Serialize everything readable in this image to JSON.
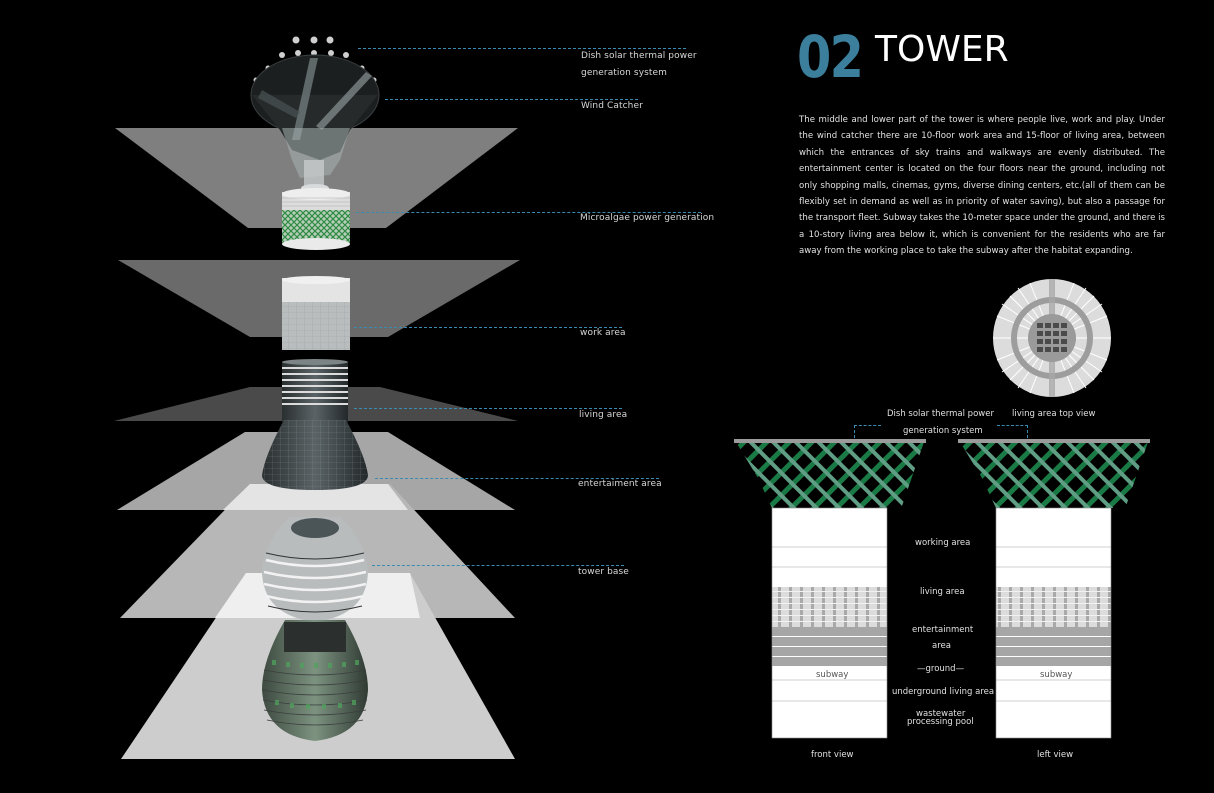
{
  "header": {
    "number": "02",
    "title": "TOWER",
    "number_color": "#3c7f9c"
  },
  "description": "The middle and lower part of the tower is where people live, work and play. Under the wind catcher there are 10-floor work area and 15-floor of living area, between which the entrances of sky trains and walkways are  evenly distributed. The entertainment center is located on the four floors near the ground, including not only shopping malls, cinemas, gyms, diverse dining centers, etc.(all of them can be flexibly set in demand as well as in priority of water saving), but also a passage for the transport fleet. Subway takes the 10-meter space under the ground, and there is a 10-story living area below it, which is convenient for the residents who are far away from the working place to take the subway after the habitat expanding.",
  "exploded_view": {
    "labels": {
      "dish_line1": "Dish solar thermal power",
      "dish_line2": "generation system",
      "wind_catcher": "Wind Catcher",
      "microalgae": "Microalgae power generation",
      "work_area": "work area",
      "living_area": "living area",
      "entertainment_area": "entertaiment area",
      "tower_base": "tower base"
    },
    "leader_color": "#3a8bb0"
  },
  "top_view": {
    "label": "living area top view"
  },
  "section": {
    "dish_line1": "Dish solar thermal power",
    "dish_line2": "generation system",
    "working_area": "working area",
    "living_area": "living area",
    "entertainment_line1": "entertainment",
    "entertainment_line2": "area",
    "ground": "—ground—",
    "subway_left": "subway",
    "subway_right": "subway",
    "underground_living": "underground living area",
    "wastewater_line1": "wastewater",
    "wastewater_line2": "processing pool",
    "front_view": "front view",
    "left_view": "left view",
    "lattice_dark": "#1a7a45",
    "lattice_light": "#5f9e84"
  }
}
